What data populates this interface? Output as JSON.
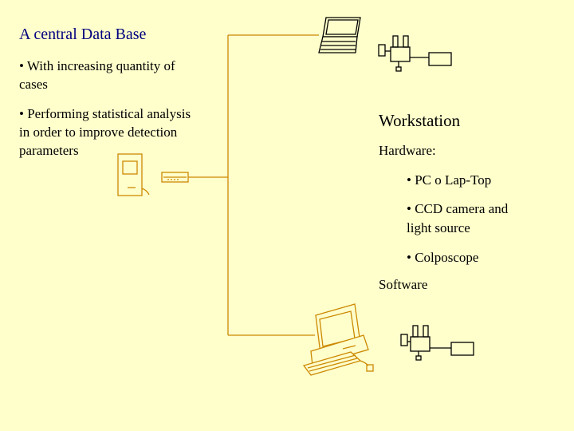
{
  "slide": {
    "title": "A central Data Base",
    "bullets": [
      "• With increasing quantity of",
      "cases",
      "• Performing statistical analysis",
      "in order to improve detection",
      "parameters"
    ]
  },
  "workstation": {
    "title": "Workstation",
    "hardware_label": "Hardware:",
    "hardware_items": [
      "• PC o Lap-Top",
      "• CCD camera and",
      "light source",
      "• Colposcope"
    ],
    "software_label": "Software"
  },
  "colors": {
    "background": "#ffffcc",
    "title": "#000080",
    "line": "#cc8800",
    "device": "#cc8800"
  },
  "icons": [
    "laptop-icon",
    "camera-icon",
    "light-source-icon",
    "server-computer-icon",
    "modem-icon",
    "desktop-computer-icon",
    "mouse-icon"
  ]
}
